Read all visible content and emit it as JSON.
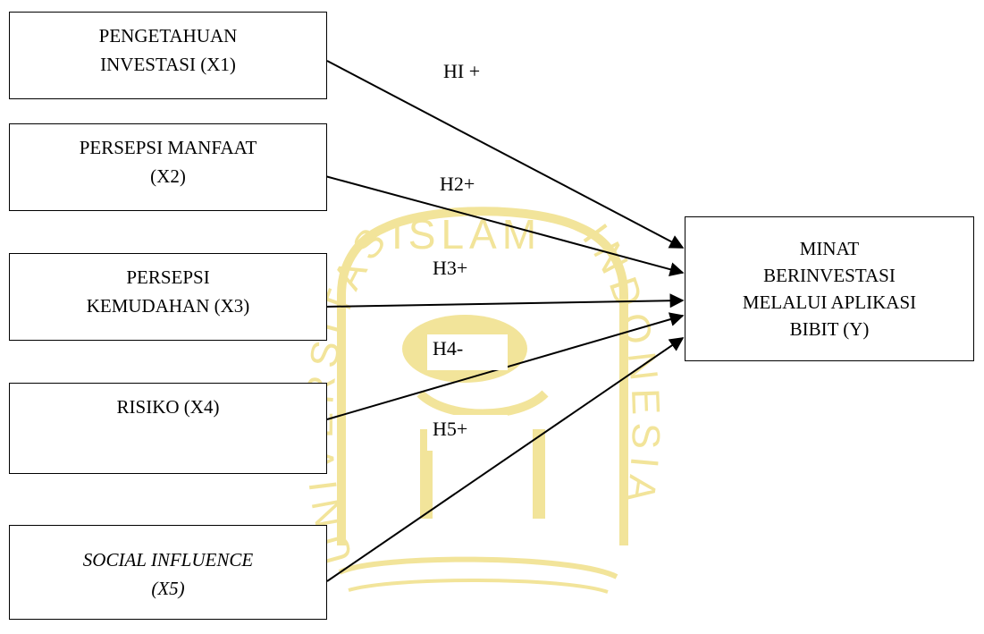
{
  "watermark": {
    "color": "#F2E49A",
    "arc_text_left": "UNIVERSITAS",
    "arc_text_top": "ISLAM",
    "arc_text_right": "INDONESIA"
  },
  "boxes": {
    "x1": {
      "lines": [
        "PENGETAHUAN",
        "INVESTASI (X1)"
      ],
      "italic": false
    },
    "x2": {
      "lines": [
        "PERSEPSI MANFAAT",
        "(X2)"
      ],
      "italic": false
    },
    "x3": {
      "lines": [
        "PERSEPSI",
        "KEMUDAHAN (X3)"
      ],
      "italic": false
    },
    "x4": {
      "lines": [
        "RISIKO (X4)"
      ],
      "italic": false
    },
    "x5": {
      "lines": [
        "SOCIAL INFLUENCE",
        "(X5)"
      ],
      "italic": true
    },
    "y": {
      "lines": [
        "MINAT",
        "BERINVESTASI",
        "MELALUI APLIKASI",
        "BIBIT (Y)"
      ],
      "italic": false
    }
  },
  "hypotheses": {
    "h1": "HI +",
    "h2": "H2+",
    "h3": "H3+",
    "h4": "H4-",
    "h5": "H5+"
  }
}
